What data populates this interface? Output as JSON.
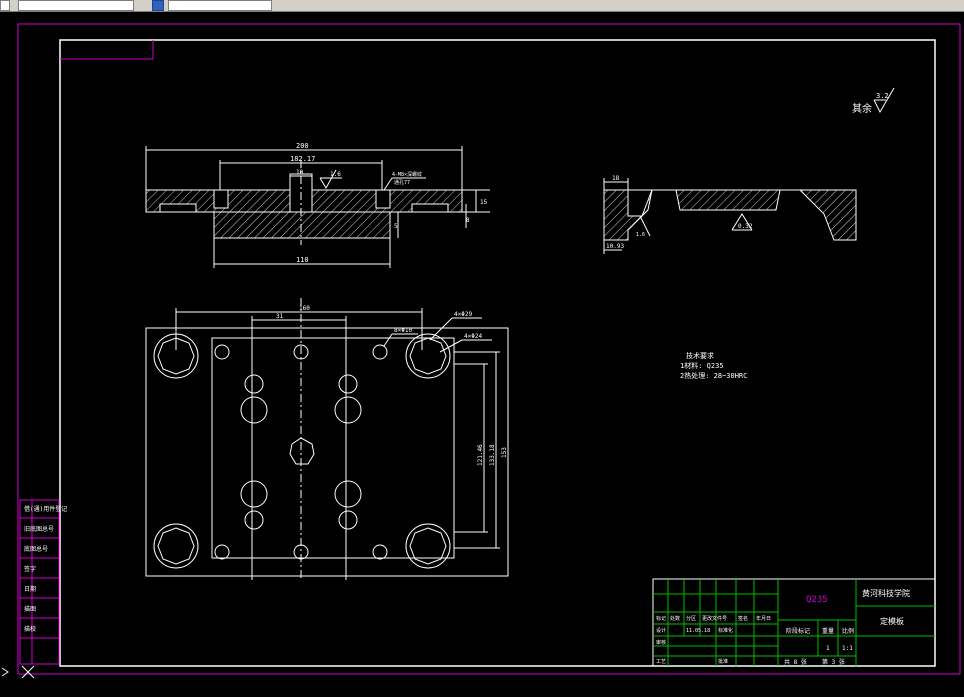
{
  "toolbar": {
    "layer_value": "",
    "style_value": ""
  },
  "annotations": {
    "surface_note_label": "其余",
    "surface_note_value": "3.2",
    "tech_title": "技术要求",
    "tech_line1": "1材料:  Q235",
    "tech_line2": "2热处理:  28~30HRC",
    "hole_callout_1": "4×Φ29",
    "hole_callout_2": "4×Φ24",
    "hole_callout_3": "8×Φ10",
    "roughness_front": "1.6",
    "roughness_side": "0.32",
    "roughness_small": "1.6",
    "callout_front": "4-M8×深螺纹",
    "callout_front2": "通孔77"
  },
  "dimensions": {
    "front_overall": "200",
    "front_inner": "182.17",
    "front_slot": "10",
    "front_bottom": "110",
    "front_right_1": "15",
    "front_right_2": "8",
    "front_right_3": "5",
    "side_top": "18",
    "side_bottom": "10.93",
    "plan_top_1": "160",
    "plan_top_2": "31",
    "plan_right_1": "121.46",
    "plan_right_2": "133.18",
    "plan_right_3": "153"
  },
  "title_block": {
    "material": "Q235",
    "school": "黄河科技学院",
    "part_name": "定模板",
    "stage_label": "阶段标记",
    "weight_label": "重量",
    "scale_label": "比例",
    "scale_value": "1:1",
    "qty": "1",
    "sheet_total": "共 8 张",
    "sheet_no": "第 3 张",
    "row_labels": [
      "标记",
      "设计",
      "审核",
      "工艺"
    ],
    "col_labels": [
      "处数",
      "分区",
      "更改文件号",
      "签名",
      "年月日"
    ],
    "std_label": "标准化",
    "approve_label": "批准",
    "design_date": "11.05.18"
  },
  "side_stamp": {
    "items": [
      "借(通)用件登记",
      "旧底图总号",
      "底图总号",
      "签字",
      "日期",
      "描图",
      "描校"
    ]
  }
}
